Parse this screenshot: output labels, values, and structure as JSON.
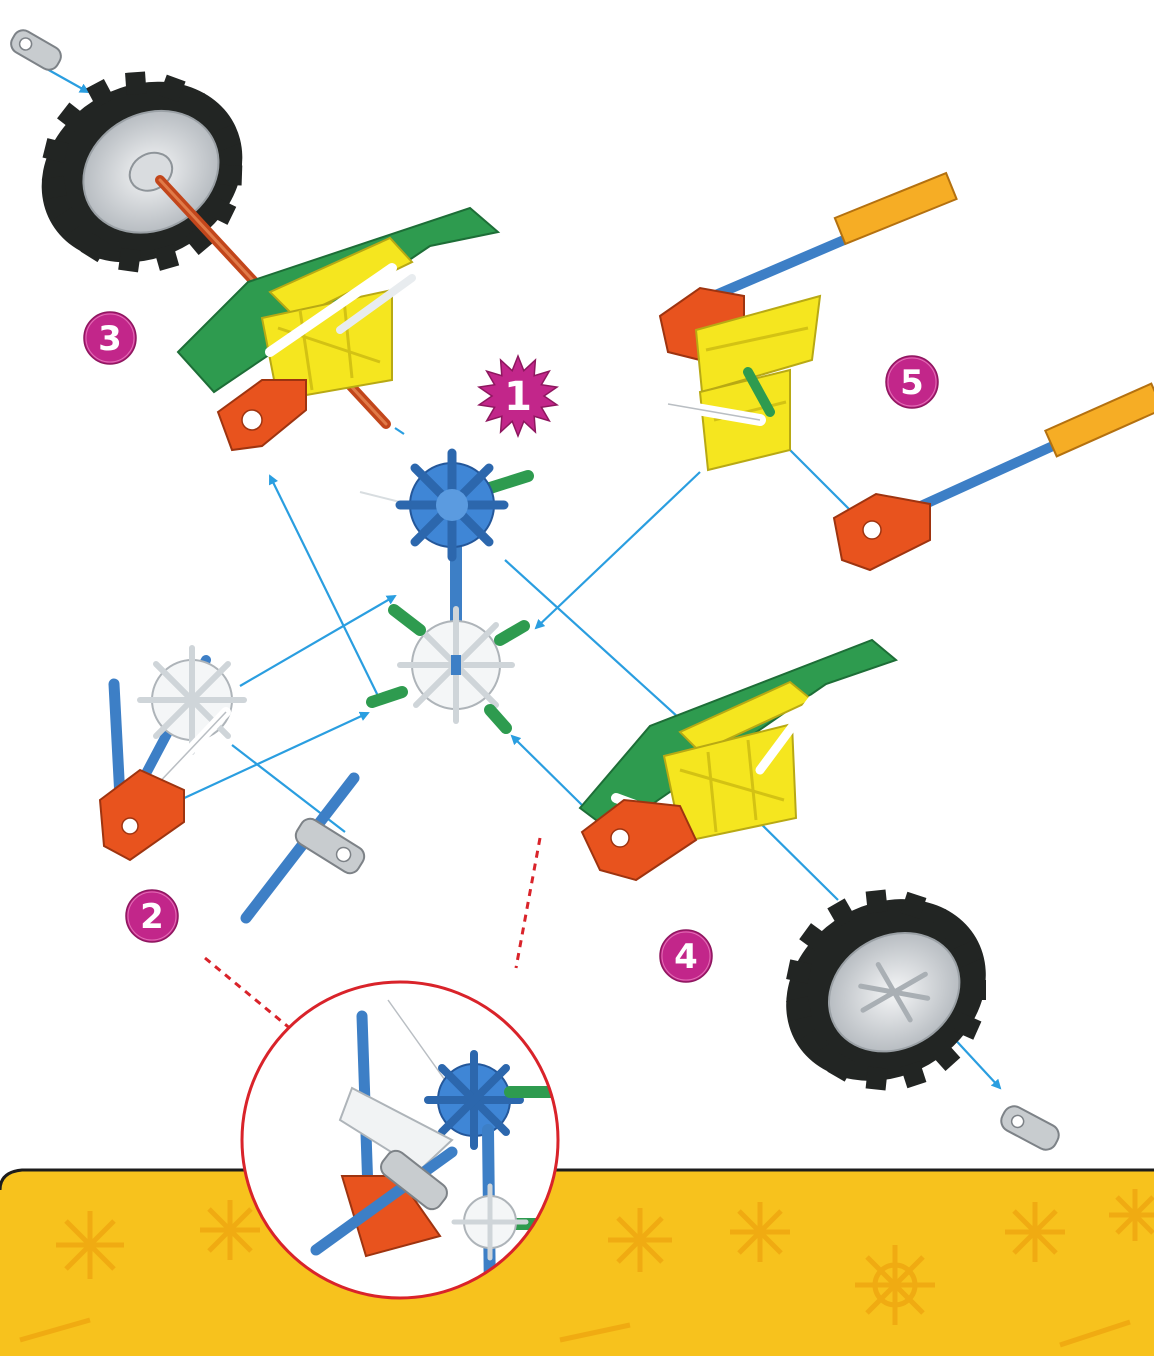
{
  "steps": [
    {
      "id": "step-1",
      "label": "1",
      "shape": "starburst",
      "color": "#c2268a"
    },
    {
      "id": "step-2",
      "label": "2",
      "shape": "circle",
      "color": "#c2268a"
    },
    {
      "id": "step-3",
      "label": "3",
      "shape": "circle",
      "color": "#c2268a"
    },
    {
      "id": "step-4",
      "label": "4",
      "shape": "circle",
      "color": "#c2268a"
    },
    {
      "id": "step-5",
      "label": "5",
      "shape": "circle",
      "color": "#c2268a"
    }
  ],
  "parts": {
    "wheel_icon": "wheel-icon",
    "hub_icon": "blue-connector-hub-icon",
    "assembly_icon": "connector-rod-assembly-icon"
  },
  "colors": {
    "arrow": "#2a9ee0",
    "callout_line": "#d9232a",
    "callout_circle": "#d9232a",
    "footer": "#f7c21d",
    "footer_dark": "#efa911",
    "rod_blue": "#3d7fc6",
    "connector_blue": "#3f86d6",
    "green": "#2e9b4f",
    "yellow": "#f5e61f",
    "orange": "#e8531e",
    "tire": "#222523",
    "gray": "#cfd3d6",
    "red_rod": "#c2461b",
    "gold": "#f6ad25"
  }
}
